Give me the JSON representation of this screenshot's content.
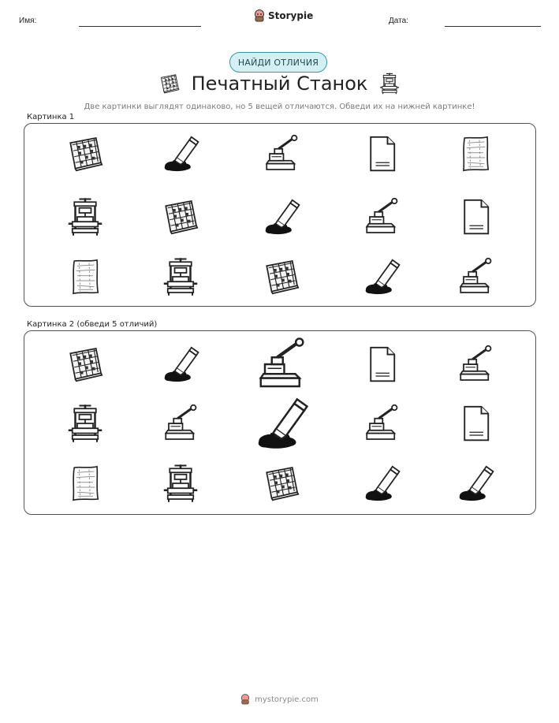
{
  "header": {
    "name_label": "Имя:",
    "date_label": "Дата:",
    "brand": "Storypie"
  },
  "badge": "НАЙДИ ОТЛИЧИЯ",
  "title": "Печатный Станок",
  "instruction": "Две картинки выглядят одинаково, но 5 вещей отличаются. Обведи их на нижней картинке!",
  "title_icons": [
    "type-tray-icon",
    "printing-press-icon"
  ],
  "panel1": {
    "label": "Картинка 1",
    "rows": [
      [
        "type-tray-icon",
        "ink-tube-icon",
        "paper-press-stamp-icon",
        "paper-sheet-icon",
        "parchment-icon"
      ],
      [
        "printing-press-icon",
        "type-tray-icon",
        "ink-tube-icon",
        "paper-press-stamp-icon",
        "paper-sheet-icon"
      ],
      [
        "parchment-icon",
        "printing-press-icon",
        "type-tray-icon",
        "ink-tube-icon",
        "paper-press-stamp-icon"
      ]
    ]
  },
  "panel2": {
    "label": "Картинка 2 (обведи 5 отличий)",
    "rows": [
      [
        "type-tray-icon",
        "ink-tube-icon",
        "paper-press-stamp-icon",
        "paper-sheet-icon",
        "paper-press-stamp-icon"
      ],
      [
        "printing-press-icon",
        "paper-press-stamp-icon",
        "ink-tube-icon",
        "paper-press-stamp-icon",
        "paper-sheet-icon"
      ],
      [
        "parchment-icon",
        "printing-press-icon",
        "type-tray-icon",
        "ink-tube-icon",
        "ink-tube-icon"
      ]
    ]
  },
  "footer": "mystorypie.com"
}
